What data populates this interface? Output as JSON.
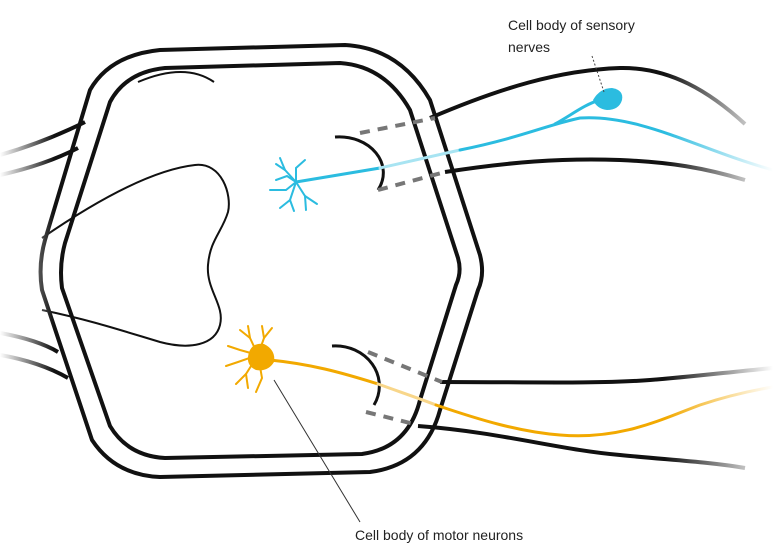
{
  "labels": {
    "sensory_line1": "Cell body of sensory",
    "sensory_line2": "nerves",
    "motor": "Cell body of motor neurons"
  },
  "colors": {
    "sensory": "#2BBCE0",
    "motor": "#F2A900",
    "outline": "#111111",
    "dashed": "#777777",
    "text": "#222222"
  }
}
